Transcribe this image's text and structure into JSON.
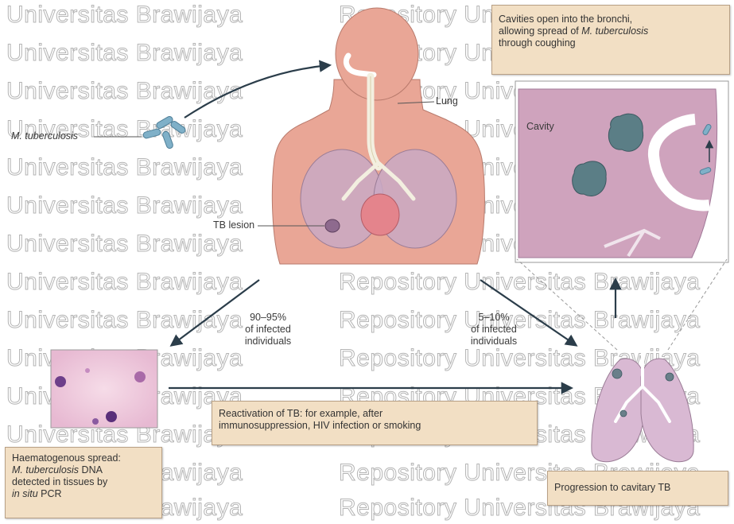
{
  "watermark": {
    "left_text": "Universitas Brawijaya",
    "right_text": "Repository Universitas Brawijaya"
  },
  "labels": {
    "pathogen": "M. tuberculosis",
    "lung": "Lung",
    "tb_lesion": "TB lesion",
    "cavity": "Cavity",
    "pct_left_line1": "90–95%",
    "pct_left_line2": "of infected",
    "pct_left_line3": "individuals",
    "pct_right_line1": "5–10%",
    "pct_right_line2": "of infected",
    "pct_right_line3": "individuals"
  },
  "boxes": {
    "bronchi": {
      "line1": "Cavities open into the bronchi,",
      "line2_pre": "allowing spread of ",
      "line2_em": "M. tuberculosis",
      "line3": "through coughing"
    },
    "reactivation": {
      "line1": "Reactivation of TB: for example, after",
      "line2": "immunosuppression, HIV infection or smoking"
    },
    "haematogenous": {
      "line1": "Haematogenous spread:",
      "line2_em": "M. tuberculosis",
      "line2_post": " DNA",
      "line3": "detected in tissues by",
      "line4_em": "in situ",
      "line4_post": " PCR"
    },
    "progression": {
      "text": "Progression to cavitary TB"
    }
  },
  "colors": {
    "skin": "#e9a696",
    "lung": "#c9a9c4",
    "box_fill": "#f2dfc4",
    "arrow": "#2b3d4a",
    "bacteria": "#7fb0c8"
  }
}
